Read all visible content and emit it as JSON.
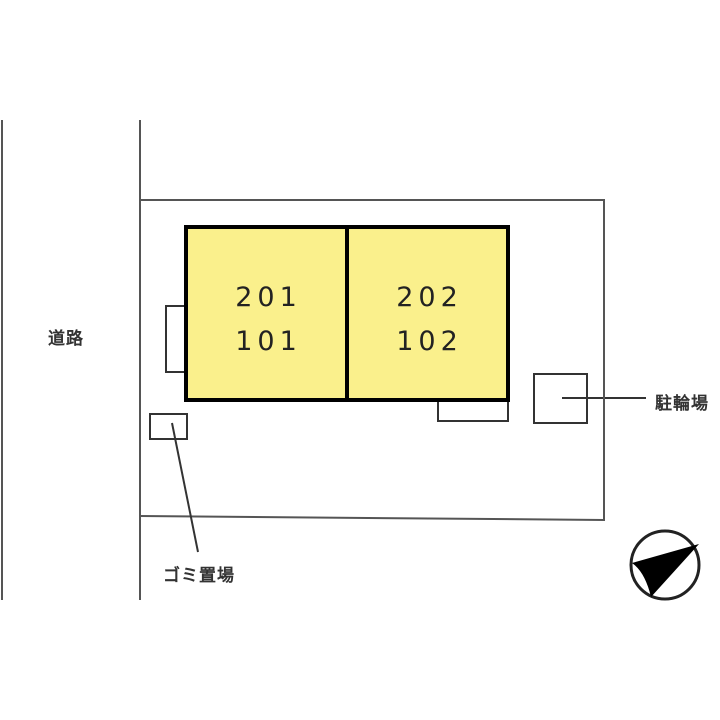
{
  "plan": {
    "road_label": "道路",
    "units": [
      {
        "id": "left",
        "upper": "201",
        "lower": "101"
      },
      {
        "id": "right",
        "upper": "202",
        "lower": "102"
      }
    ],
    "bicycle_parking_label": "駐輪場",
    "garbage_area_label": "ゴミ置場",
    "compass": "north-arrow"
  },
  "colors": {
    "building_fill": "#FAF08C",
    "line": "#555555",
    "building_outline": "#000000"
  }
}
